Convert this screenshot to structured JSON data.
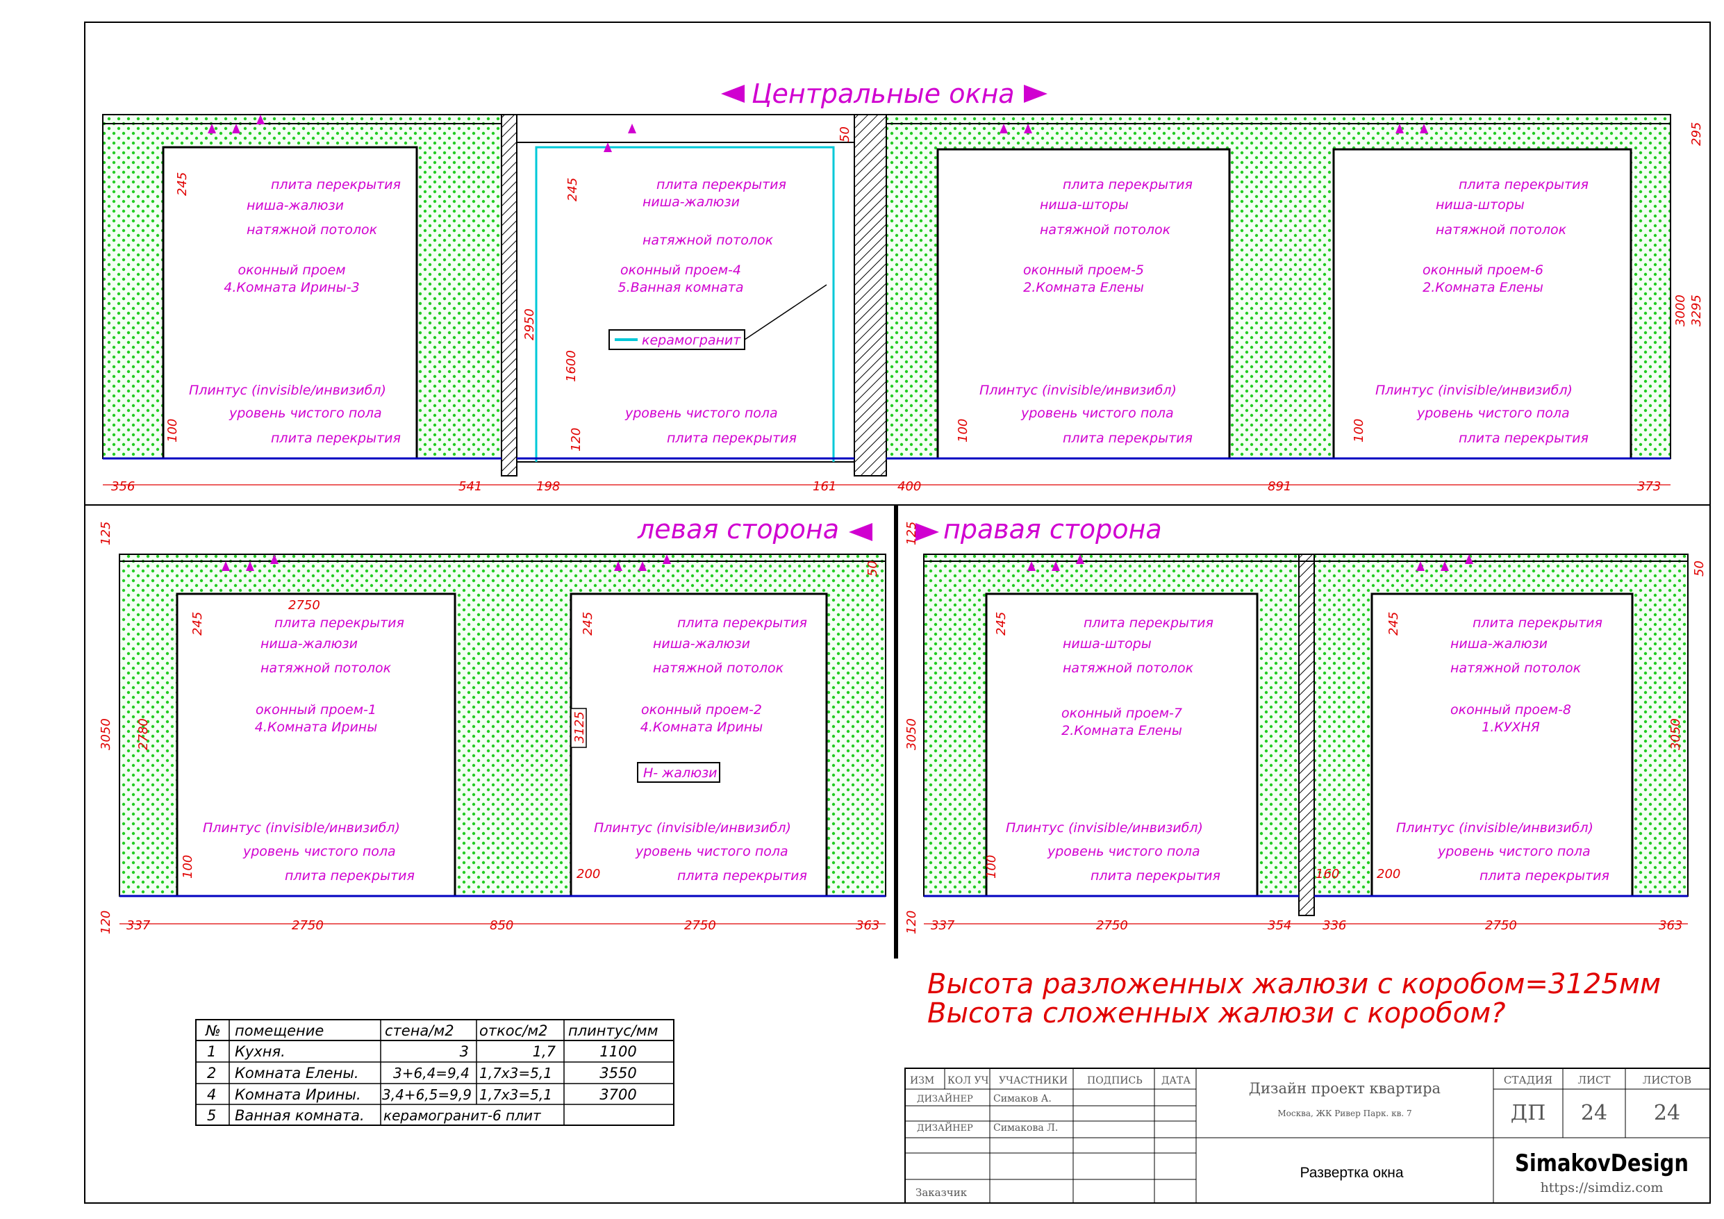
{
  "titles": {
    "central": "Центральные окна",
    "left": "левая сторона",
    "right": "правая сторона"
  },
  "labels": {
    "slab": "плита перекрытия",
    "niche_blinds": "ниша-жалюзи",
    "niche_curtains": "ниша-шторы",
    "ceiling": "натяжной потолок",
    "skirting": "Плинтус (invisible/инвизибл)",
    "floor": "уровень чистого пола",
    "porcelain": "керамогранит",
    "h_blinds": "Н- жалюзи"
  },
  "openings": [
    {
      "name": "оконный проем",
      "room": "4.Комната Ирины-3"
    },
    {
      "name": "оконный проем-4",
      "room": "5.Ванная комната"
    },
    {
      "name": "оконный проем-5",
      "room": "2.Комната Елены"
    },
    {
      "name": "оконный проем-6",
      "room": "2.Комната Елены"
    },
    {
      "name": "оконный проем-1",
      "room": "4.Комната Ирины"
    },
    {
      "name": "оконный проем-2",
      "room": "4.Комната Ирины"
    },
    {
      "name": "оконный проем-7",
      "room": "2.Комната Елены"
    },
    {
      "name": "оконный проем-8",
      "room": "1.КУХНЯ"
    }
  ],
  "dims": {
    "top": [
      "245",
      "245",
      "50",
      "295",
      "3295",
      "3000",
      "2950",
      "1600",
      "120",
      "100",
      "100",
      "100"
    ],
    "top_bottom": [
      "356",
      "541",
      "198",
      "161",
      "400",
      "891",
      "373"
    ],
    "left": [
      "125",
      "245",
      "2750",
      "245",
      "3050",
      "2780",
      "3125",
      "50",
      "100",
      "200"
    ],
    "left_bottom": [
      "120",
      "337",
      "2750",
      "850",
      "2750",
      "363"
    ],
    "right": [
      "125",
      "245",
      "245",
      "50",
      "3050",
      "3050",
      "100",
      "160",
      "200"
    ],
    "right_bottom": [
      "120",
      "337",
      "2750",
      "354",
      "336",
      "2750",
      "363"
    ]
  },
  "notes": {
    "line1": "Высота разложенных жалюзи с коробом=3125мм",
    "line2": "Высота сложенных жалюзи с коробом?"
  },
  "table": {
    "headers": [
      "№",
      "помещение",
      "стена/м2",
      "откос/м2",
      "плинтус/мм"
    ],
    "rows": [
      [
        "1",
        "Кухня.",
        "3",
        "1,7",
        "1100"
      ],
      [
        "2",
        "Комната Елены.",
        "3+6,4=9,4",
        "1,7x3=5,1",
        "3550"
      ],
      [
        "4",
        "Комната Ирины.",
        "3,4+6,5=9,9",
        "1,7x3=5,1",
        "3700"
      ],
      [
        "5",
        "Ванная комната.",
        "керамогранит-6 плит",
        "",
        ""
      ]
    ]
  },
  "title_block": {
    "h_izm": "ИЗМ",
    "h_kol": "КОЛ УЧ",
    "h_part": "УЧАСТНИКИ",
    "h_sign": "ПОДПИСЬ",
    "h_date": "ДАТА",
    "role1": "ДИЗАЙНЕР",
    "name1": "Симаков А.",
    "role2": "ДИЗАЙНЕР",
    "name2": "Симакова Л.",
    "customer": "Заказчик",
    "project": "Дизайн проект квартира",
    "address": "Москва, ЖК Ривер Парк. кв. 7",
    "sheet_title": "Развертка окна",
    "h_stage": "СТАДИЯ",
    "h_sheet": "ЛИСТ",
    "h_sheets": "ЛИСТОВ",
    "stage": "ДП",
    "sheet": "24",
    "sheets": "24",
    "brand": "SimakovDesign",
    "url": "https://simdiz.com"
  },
  "colors": {
    "magenta": "#d000d0",
    "red": "#e00000",
    "green": "#22cc22",
    "cyan": "#00c8d8",
    "blue": "#0000c0"
  }
}
